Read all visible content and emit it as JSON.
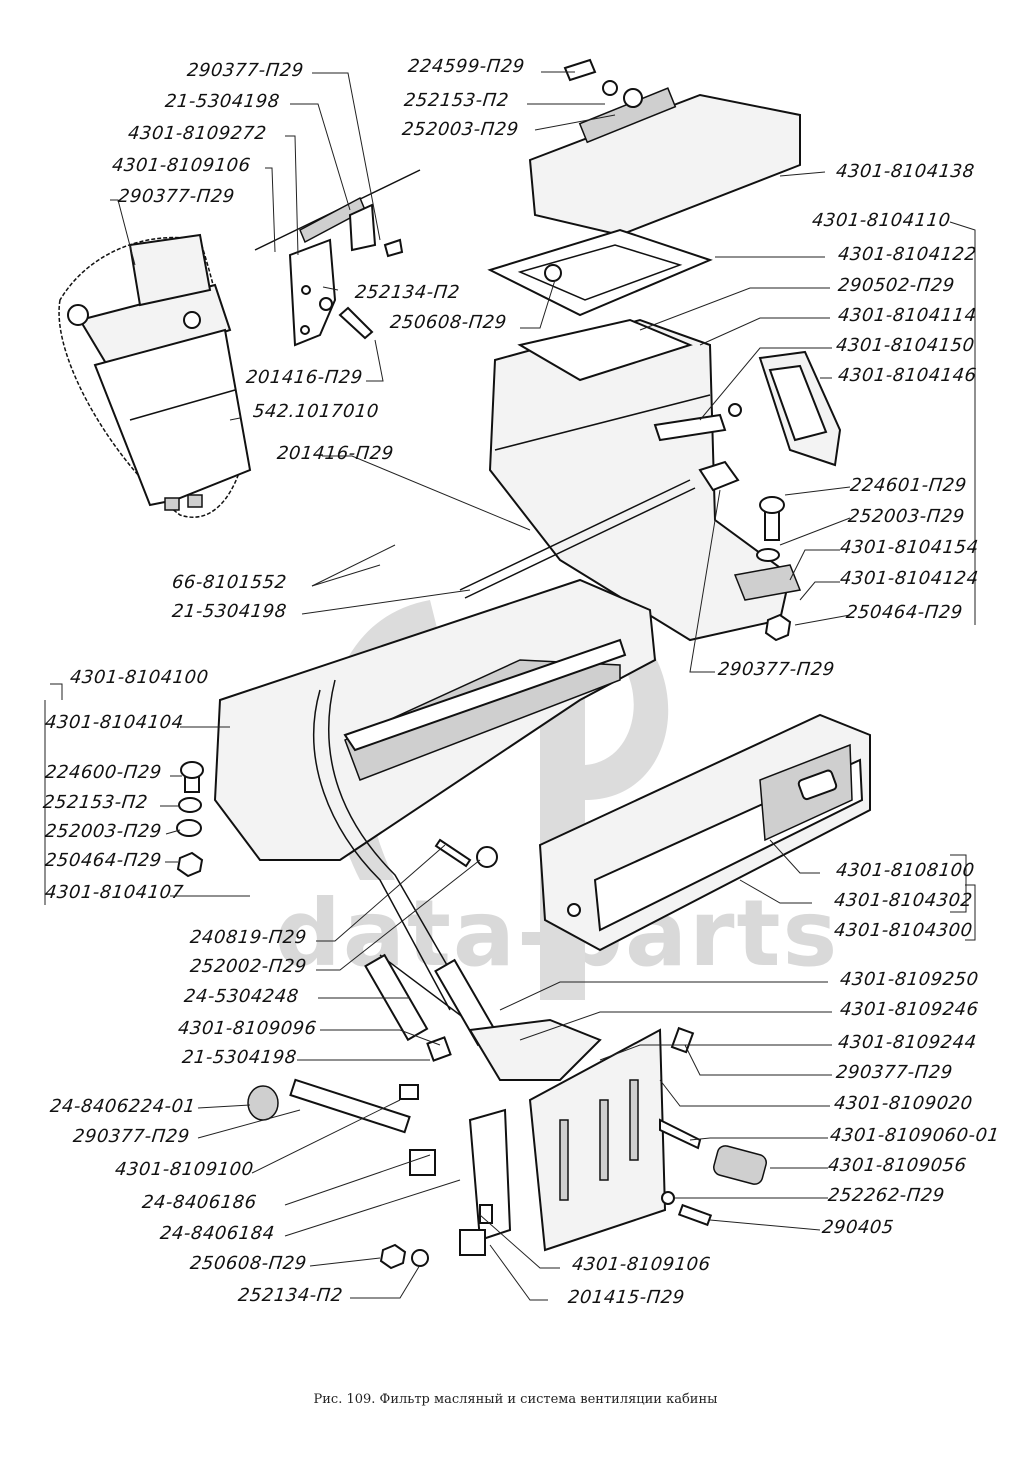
{
  "figure": {
    "caption": "Рис. 109.  Фильтр масляный и система вентиляции кабины",
    "watermark": "data-parts"
  },
  "labels": {
    "l01": "290377-П29",
    "l02": "21-5304198",
    "l03": "4301-8109272",
    "l04": "4301-8109106",
    "l05": "290377-П29",
    "l06": "224599-П29",
    "l07": "252153-П2",
    "l08": "252003-П29",
    "l09": "4301-8104138",
    "l10": "4301-8104110",
    "l11": "4301-8104122",
    "l12": "290502-П29",
    "l13": "4301-8104114",
    "l14": "4301-8104150",
    "l15": "4301-8104146",
    "l16": "252134-П2",
    "l17": "250608-П29",
    "l18": "201416-П29",
    "l19": "542.1017010",
    "l20": "201416-П29",
    "l21": "224601-П29",
    "l22": "252003-П29",
    "l23": "4301-8104154",
    "l24": "4301-8104124",
    "l25": "250464-П29",
    "l26": "66-8101552",
    "l27": "21-5304198",
    "l28": "290377-П29",
    "l29": "4301-8104100",
    "l30": "4301-8104104",
    "l31": "224600-П29",
    "l32": "252153-П2",
    "l33": "252003-П29",
    "l34": "250464-П29",
    "l35": "4301-8104107",
    "l36": "4301-8108100",
    "l37": "4301-8104302",
    "l38": "4301-8104300",
    "l39": "240819-П29",
    "l40": "252002-П29",
    "l41": "24-5304248",
    "l42": "4301-8109096",
    "l43": "21-5304198",
    "l44": "4301-8109250",
    "l45": "4301-8109246",
    "l46": "4301-8109244",
    "l47": "290377-П29",
    "l48": "4301-8109020",
    "l49": "4301-8109060-01",
    "l50": "4301-8109056",
    "l51": "252262-П29",
    "l52": "290405",
    "l53": "24-8406224-01",
    "l54": "290377-П29",
    "l55": "4301-8109100",
    "l56": "24-8406186",
    "l57": "24-8406184",
    "l58": "250608-П29",
    "l59": "252134-П2",
    "l60": "4301-8109106",
    "l61": "201415-П29"
  }
}
